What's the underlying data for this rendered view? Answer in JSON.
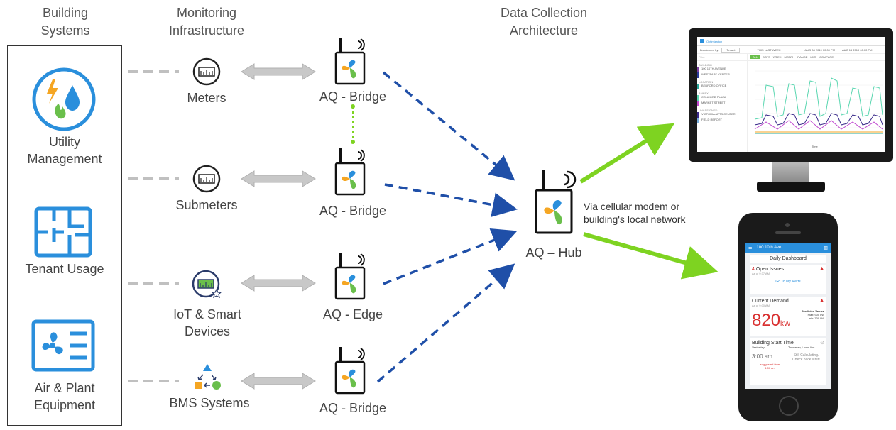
{
  "headers": {
    "building_systems": "Building Systems",
    "monitoring": "Monitoring Infrastructure",
    "architecture": "Data Collection Architecture"
  },
  "building": {
    "utility": "Utility Management",
    "tenant": "Tenant Usage",
    "air": "Air & Plant Equipment"
  },
  "monitoring": {
    "meters": "Meters",
    "submeters": "Submeters",
    "iot": "IoT & Smart Devices",
    "bms": "BMS Systems"
  },
  "devices": {
    "bridge1": "AQ - Bridge",
    "bridge2": "AQ - Bridge",
    "edge": "AQ - Edge",
    "bridge3": "AQ - Bridge",
    "hub": "AQ – Hub"
  },
  "note": "Via cellular modem or building's local network",
  "monitor": {
    "app_name": "Optimization",
    "breakdown_by": "Breakdown by:",
    "breakdown_value": "Tenant",
    "range_label": "THIS LAST WEEK",
    "range_from": "AUG 08 2019 00:00 PM",
    "range_to": "AUG 15 2019 00:00 PM",
    "tabs": [
      "ALL",
      "DAYS",
      "WEEK",
      "MONTH",
      "RANGE",
      "LIVE",
      "COMPARE"
    ],
    "filter": "Filter",
    "groups": [
      "BUILDING",
      "LOCATION",
      "ANNEX",
      "UNASSIGNED"
    ],
    "items": [
      "100 10TH AVENUE",
      "WESTPARK CENTER",
      "BEDFORD OFFICE",
      "CONCORD PLAZA",
      "MARKET STREET",
      "VICTORIA ARTS CENTER",
      "FIELD REPORT"
    ],
    "x_label": "Time"
  },
  "phone": {
    "address": "100 10th Ave",
    "daily": "Daily Dashboard",
    "open_count": "4",
    "open_label": "Open Issues",
    "open_asof": "As of 9:37 AM",
    "alerts_link": "Go To My Alerts",
    "demand_title": "Current Demand",
    "demand_asof": "As of 9:00 AM",
    "demand_value": "820",
    "demand_unit": "kW",
    "predicted": "Predicted Values",
    "pred_max": "max: 900 kW",
    "pred_min": "min: 700 kW",
    "start_title": "Building Start Time",
    "yesterday": "Yesterday",
    "tomorrow": "Tomorrow, Looks like...",
    "start_time": "3:00 am",
    "suggested": "suggested time",
    "suggested_time": "4:00 am",
    "still": "Still Calculating. Check back later!"
  },
  "colors": {
    "blue_dash": "#1f4fa8",
    "green_arrow": "#7ed321",
    "gray_arrow": "#c8c8c8",
    "app_blue": "#2a8fdc",
    "demand_red": "#d93030"
  }
}
